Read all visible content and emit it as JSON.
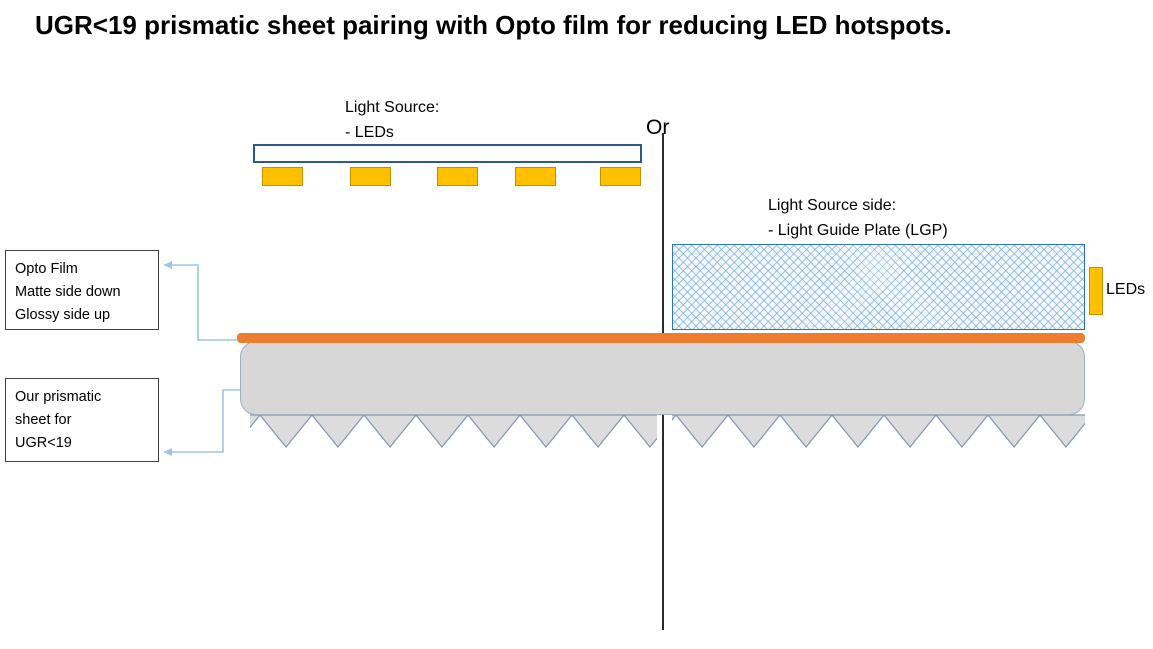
{
  "title": "UGR<19 prismatic sheet pairing with Opto film for reducing LED hotspots.",
  "left_diagram": {
    "label_lines": [
      "Light Source:",
      "- LEDs"
    ]
  },
  "divider": {
    "or_label": "Or"
  },
  "right_diagram": {
    "label_lines": [
      "Light Source side:",
      "- Light Guide Plate (LGP)"
    ],
    "leds_label": "LEDs"
  },
  "annotations": {
    "opto_film_box": {
      "lines": [
        "Opto Film",
        "Matte side down",
        "Glossy side up"
      ]
    },
    "prismatic_box": {
      "lines": [
        "Our prismatic",
        "sheet for",
        "UGR<19"
      ]
    }
  },
  "colors": {
    "led_yellow": "#FFC000",
    "opto_film_orange": "#ED7D31",
    "sheet_gray": "#D7D7D7",
    "sheet_border": "#9FB0C4",
    "housing_border": "#2E5A88",
    "lgp_hatch_blue": "#5B9BD5",
    "connector_blue": "#9DC3E6"
  }
}
